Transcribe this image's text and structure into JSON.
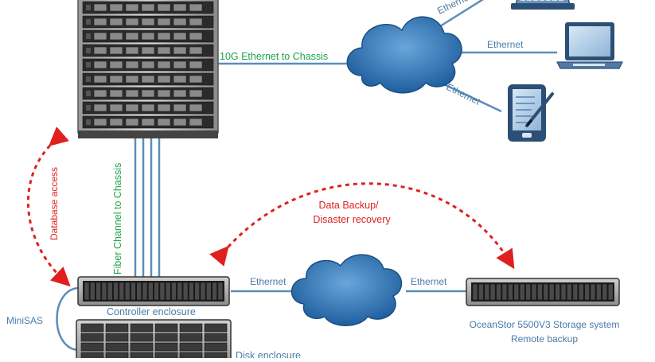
{
  "labels": {
    "chassis_link": "10G Ethernet to Chassis",
    "fiber_link": "Fiber Channel to Chassis",
    "db_access": "Database access",
    "backup_line1": "Data Backup/",
    "backup_line2": "Disaster recovery",
    "eth_top": "Ethernet",
    "eth_laptop": "Ethernet",
    "eth_tablet": "Ethernet",
    "eth_left": "Ethernet",
    "eth_right": "Ethernet",
    "minisas": "MiniSAS",
    "controller": "Controller enclosure",
    "disk": "Disk enclosure",
    "oceanstor_line1": "OceanStor 5500V3 Storage system",
    "oceanstor_line2": "Remote backup"
  },
  "colors": {
    "link_line": "#5b8db8",
    "green_label": "#1fa34a",
    "red_arrow": "#e02020",
    "blue_label": "#4a7ca8",
    "cloud_fill": "#2e6fae",
    "equipment_dark": "#3c3c3c"
  }
}
